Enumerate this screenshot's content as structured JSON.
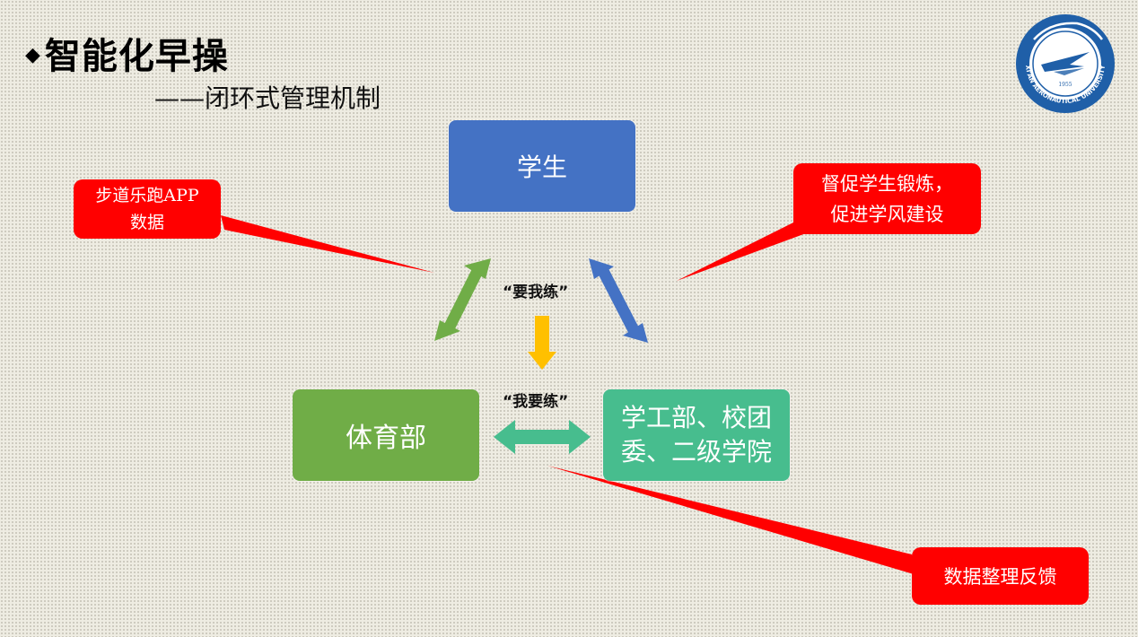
{
  "header": {
    "bullet": "◆",
    "title": "智能化早操",
    "subtitle": "——闭环式管理机制"
  },
  "logo": {
    "icon": "university-seal-icon",
    "year": "1955",
    "ring_text": "XI'AN AERONAUTICAL UNIVERSITY"
  },
  "nodes": {
    "student": "学生",
    "pe_dept": "体育部",
    "dept_line1": "学工部、校团",
    "dept_line2": "委、二级学院"
  },
  "labels": {
    "want_me": "“要我练”",
    "i_want": "“我要练”"
  },
  "callouts": {
    "app_line1": "步道乐跑APP",
    "app_line2": "数据",
    "supervise_line1": "督促学生锻炼，",
    "supervise_line2": "促进学风建设",
    "feedback": "数据整理反馈"
  },
  "colors": {
    "student": "#4472c4",
    "pe_dept": "#70ad47",
    "dept": "#47bd8e",
    "callout": "#ff0000",
    "arrow_green": "#70ad47",
    "arrow_blue": "#4472c4",
    "arrow_yellow": "#ffc000",
    "arrow_teal": "#47bd8e"
  }
}
